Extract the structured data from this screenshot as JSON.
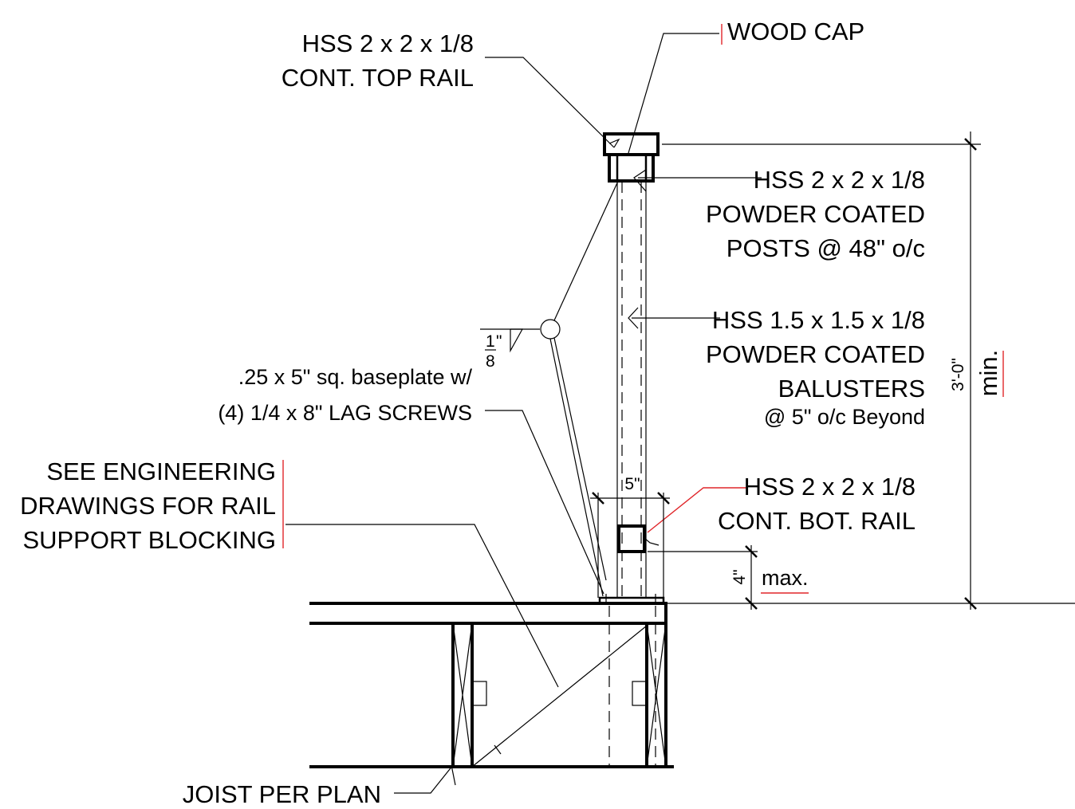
{
  "labels": {
    "wood_cap": "WOOD CAP",
    "top_rail_1": "HSS 2 x 2 x 1/8",
    "top_rail_2": "CONT. TOP RAIL",
    "posts_1": "HSS 2 x 2 x 1/8",
    "posts_2": "POWDER COATED",
    "posts_3": "POSTS @ 48\" o/c",
    "balusters_1": "HSS 1.5 x 1.5 x 1/8",
    "balusters_2": "POWDER COATED",
    "balusters_3": "BALUSTERS",
    "balusters_4": "@ 5\" o/c Beyond",
    "baseplate_1": ".25 x 5\" sq. baseplate w/",
    "baseplate_2": "(4) 1/4 x 8\" LAG SCREWS",
    "engineering_1": "SEE ENGINEERING",
    "engineering_2": "DRAWINGS FOR RAIL",
    "engineering_3": "SUPPORT BLOCKING",
    "bot_rail_1": "HSS 2 x 2 x 1/8",
    "bot_rail_2": "CONT. BOT. RAIL",
    "joist": "JOIST PER PLAN",
    "weld_num": "1",
    "weld_den": "8",
    "weld_unit": "\""
  },
  "dimensions": {
    "height_value": "3'-0\"",
    "height_note": "min.",
    "gap_value": "4\"",
    "gap_note": "max.",
    "width_value": "5\""
  },
  "colors": {
    "line": "#000000",
    "markup": "#e0262a"
  }
}
